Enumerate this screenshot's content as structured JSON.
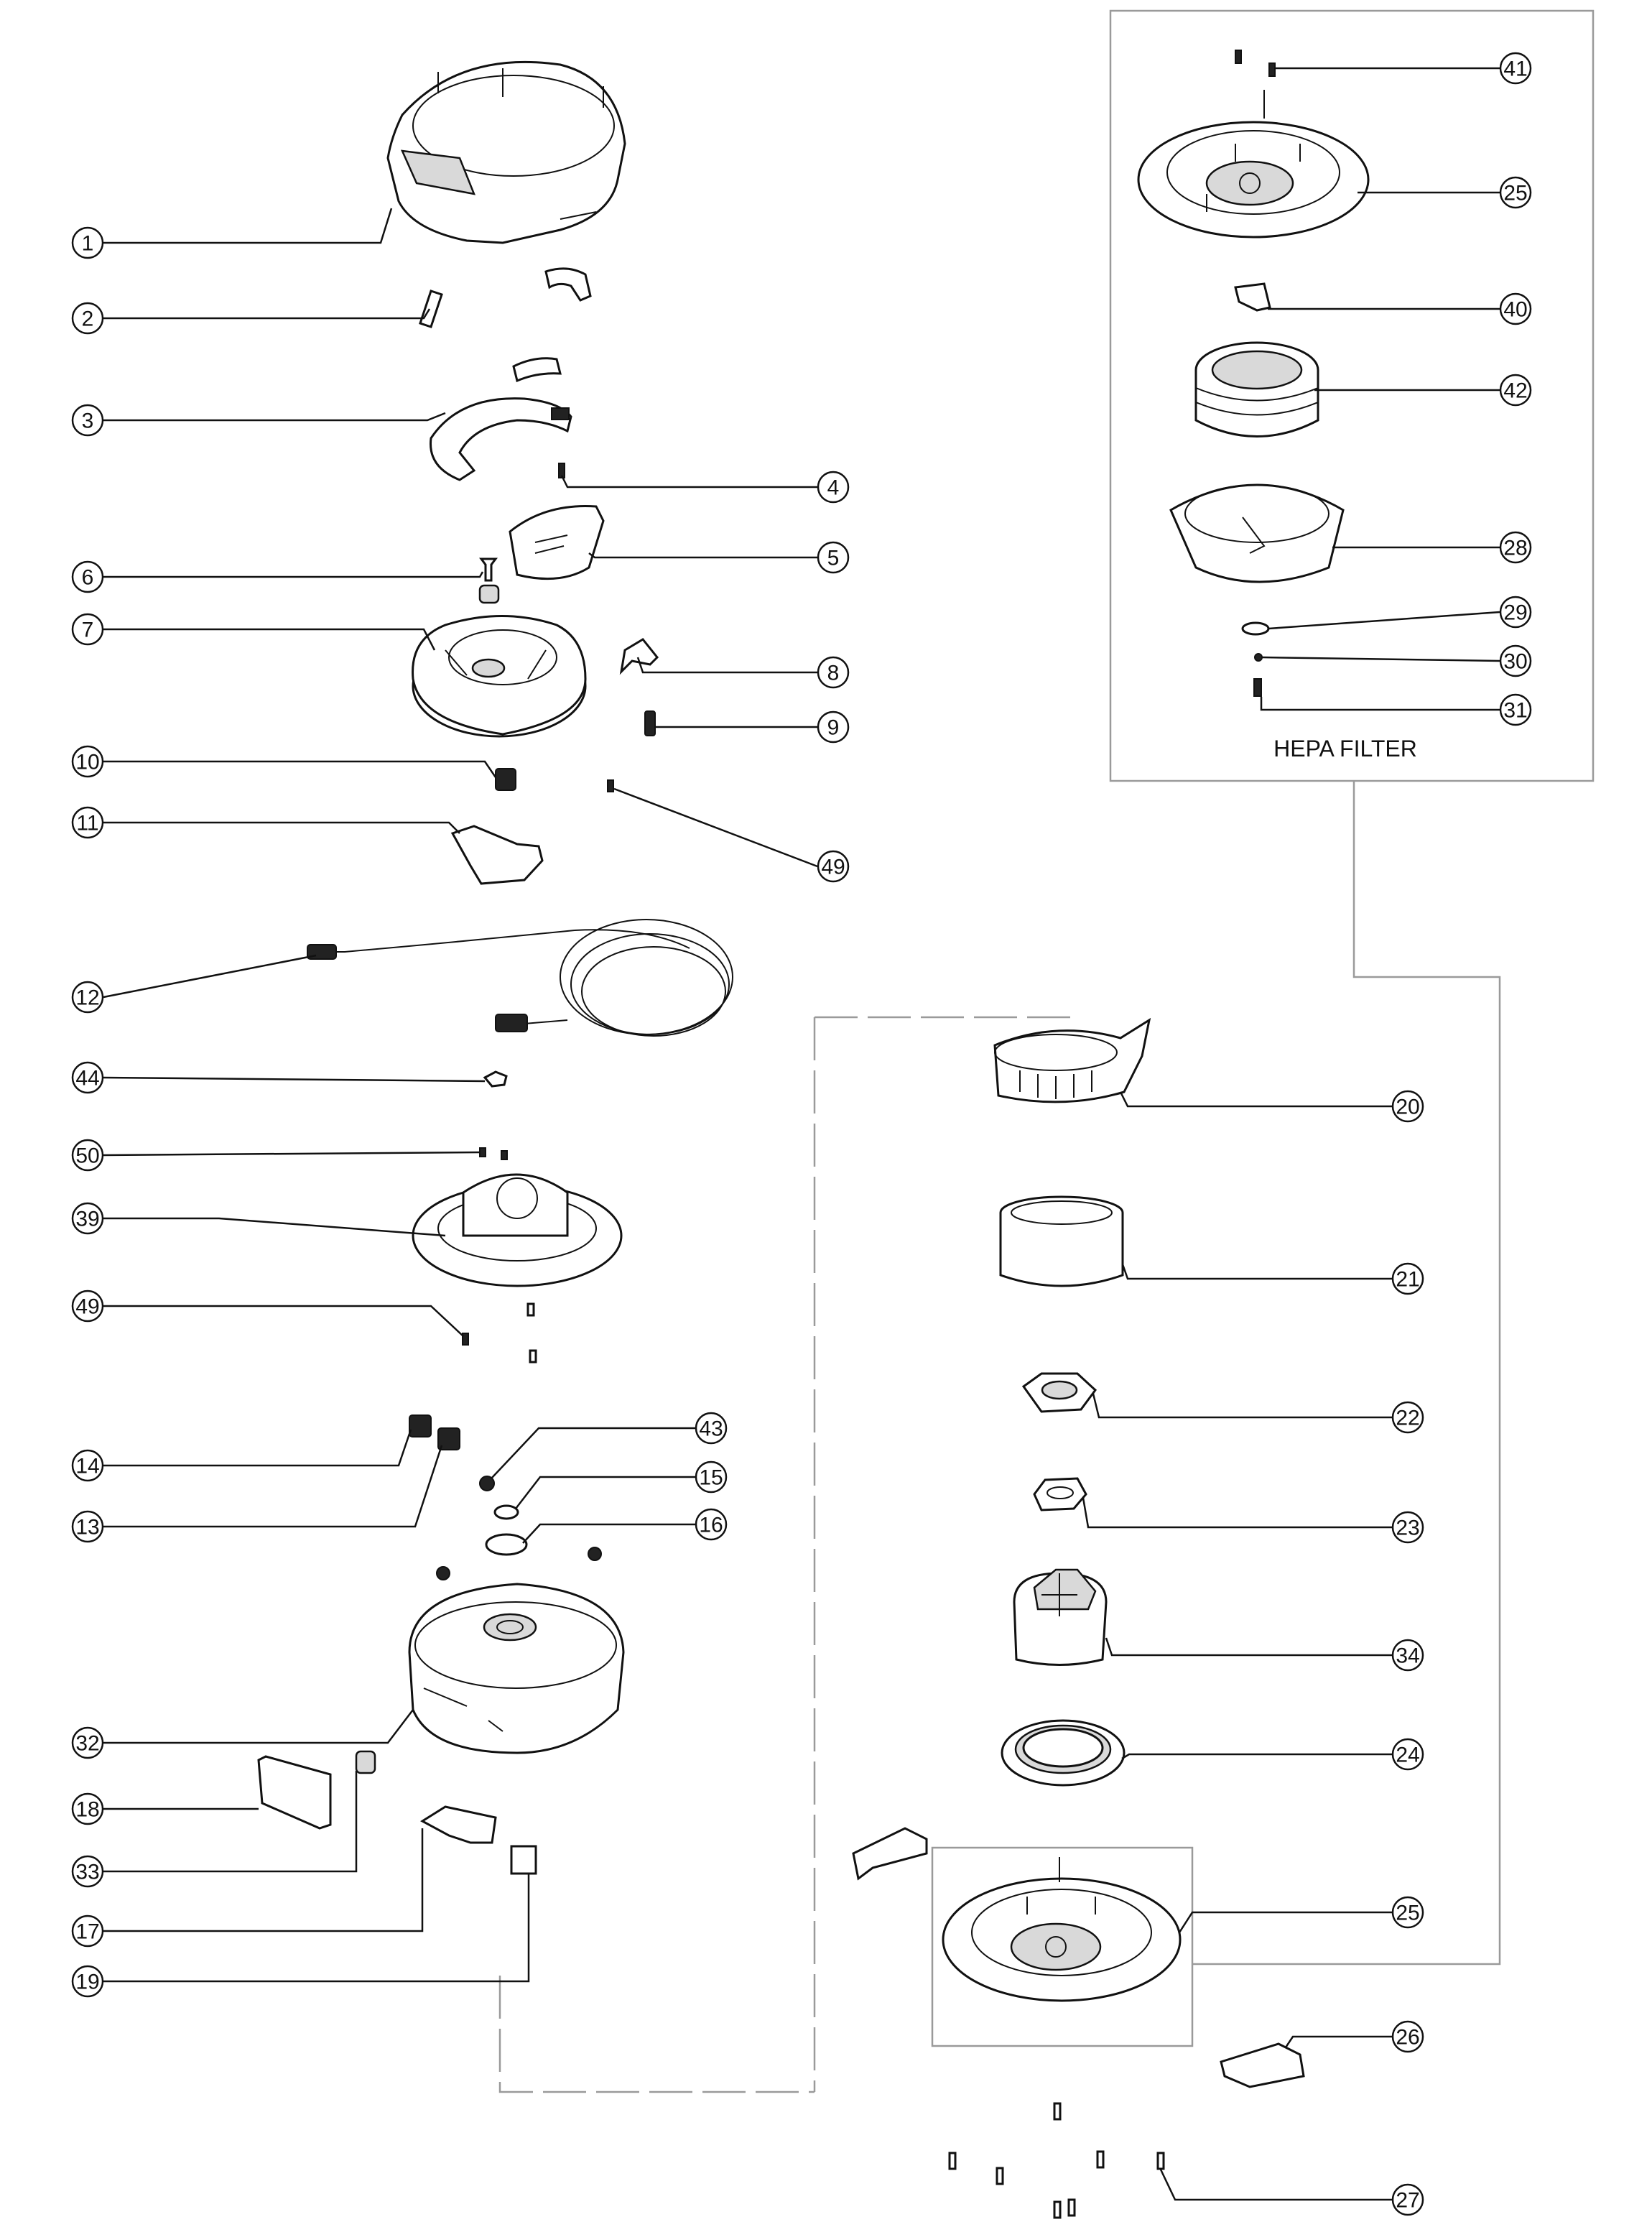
{
  "hepa_box": {
    "title": "HEPA FILTER"
  },
  "callouts": [
    {
      "id": "c1",
      "label": "1"
    },
    {
      "id": "c2",
      "label": "2"
    },
    {
      "id": "c3",
      "label": "3"
    },
    {
      "id": "c4",
      "label": "4"
    },
    {
      "id": "c5",
      "label": "5"
    },
    {
      "id": "c6",
      "label": "6"
    },
    {
      "id": "c7",
      "label": "7"
    },
    {
      "id": "c8",
      "label": "8"
    },
    {
      "id": "c9",
      "label": "9"
    },
    {
      "id": "c10",
      "label": "10"
    },
    {
      "id": "c11",
      "label": "11"
    },
    {
      "id": "c49a",
      "label": "49"
    },
    {
      "id": "c12",
      "label": "12"
    },
    {
      "id": "c44",
      "label": "44"
    },
    {
      "id": "c50",
      "label": "50"
    },
    {
      "id": "c39",
      "label": "39"
    },
    {
      "id": "c49b",
      "label": "49"
    },
    {
      "id": "c43",
      "label": "43"
    },
    {
      "id": "c14",
      "label": "14"
    },
    {
      "id": "c15",
      "label": "15"
    },
    {
      "id": "c13",
      "label": "13"
    },
    {
      "id": "c16",
      "label": "16"
    },
    {
      "id": "c32",
      "label": "32"
    },
    {
      "id": "c18",
      "label": "18"
    },
    {
      "id": "c33",
      "label": "33"
    },
    {
      "id": "c17",
      "label": "17"
    },
    {
      "id": "c19",
      "label": "19"
    },
    {
      "id": "c41",
      "label": "41"
    },
    {
      "id": "c25a",
      "label": "25"
    },
    {
      "id": "c40",
      "label": "40"
    },
    {
      "id": "c42",
      "label": "42"
    },
    {
      "id": "c28",
      "label": "28"
    },
    {
      "id": "c29",
      "label": "29"
    },
    {
      "id": "c30",
      "label": "30"
    },
    {
      "id": "c31",
      "label": "31"
    },
    {
      "id": "c20",
      "label": "20"
    },
    {
      "id": "c21",
      "label": "21"
    },
    {
      "id": "c22",
      "label": "22"
    },
    {
      "id": "c23",
      "label": "23"
    },
    {
      "id": "c34",
      "label": "34"
    },
    {
      "id": "c24",
      "label": "24"
    },
    {
      "id": "c25b",
      "label": "25"
    },
    {
      "id": "c26",
      "label": "26"
    },
    {
      "id": "c27",
      "label": "27"
    }
  ]
}
